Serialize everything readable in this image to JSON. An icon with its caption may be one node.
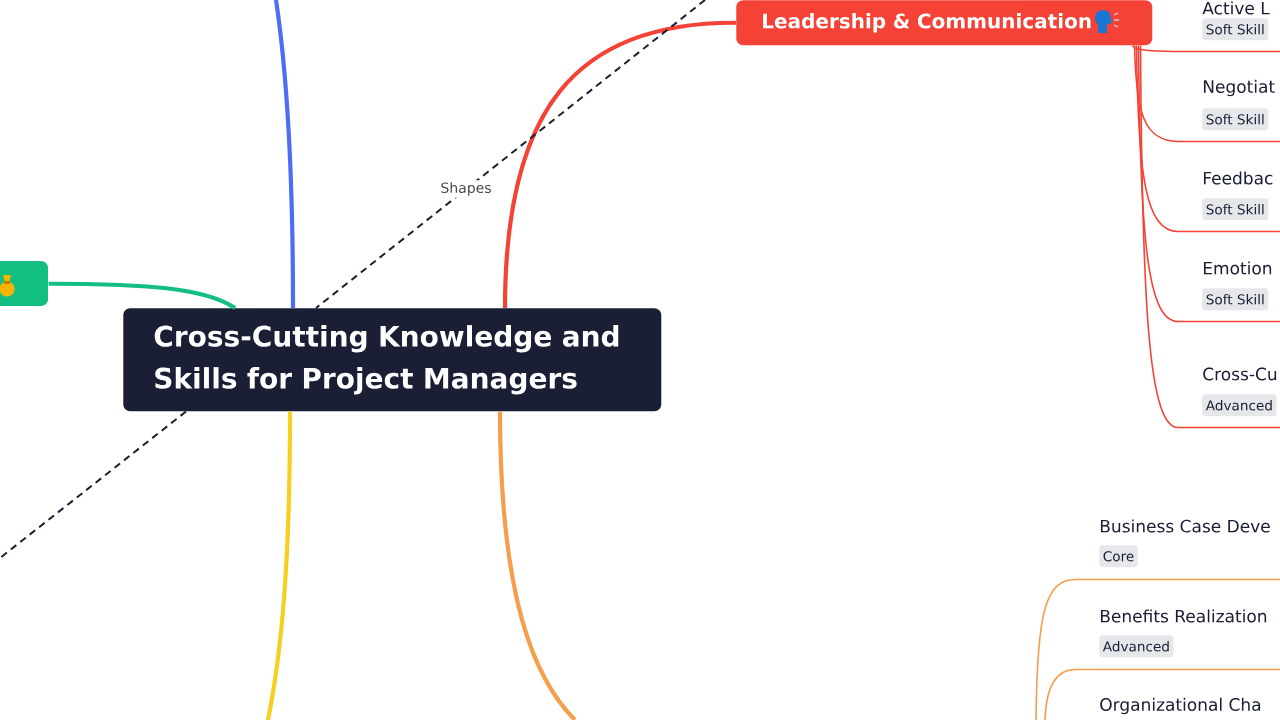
{
  "diagram": {
    "nodes": [
      {
        "text": [
          "Cross-Cutting Knowledge and Skills for Project Managers"
        ]
      },
      {
        "text": [
          "Leadership & Communication"
        ]
      },
      {
        "text": [],
        "shape": "box"
      },
      {
        "text": [
          "Active L",
          "Soft Skill"
        ]
      },
      {
        "text": [
          "Negotiat",
          "Soft Skill"
        ]
      },
      {
        "text": [
          "Feedbac",
          "Soft Skill"
        ]
      },
      {
        "text": [
          "Emotion",
          "Soft Skill"
        ]
      },
      {
        "text": [
          "Cross-Cu",
          "Advanced"
        ]
      },
      {
        "text": [
          "Business Case Deve",
          "Core"
        ]
      },
      {
        "text": [
          "Benefits Realization",
          "Advanced"
        ]
      },
      {
        "text": [
          "Organizational Cha"
        ]
      }
    ],
    "edges": [
      {
        "from": 0,
        "to": 1,
        "arrow": "none",
        "style": "thick"
      },
      {
        "from": 0,
        "to": 2,
        "arrow": "none",
        "style": "thick",
        "color": "#12bf80"
      },
      {
        "from": 0,
        "to": null,
        "arrow": "none",
        "style": "thick",
        "color": "#4f6cf7"
      },
      {
        "from": 0,
        "to": null,
        "arrow": "none",
        "style": "thick",
        "color": "#f5d020"
      },
      {
        "from": 0,
        "to": null,
        "arrow": "none",
        "style": "thick",
        "color": "#f59e4c"
      },
      {
        "from": 1,
        "to": 3,
        "arrow": "none"
      },
      {
        "from": 1,
        "to": 4,
        "arrow": "none"
      },
      {
        "from": 1,
        "to": 5,
        "arrow": "none"
      },
      {
        "from": 1,
        "to": 6,
        "arrow": "none"
      },
      {
        "from": 1,
        "to": 7,
        "arrow": "none"
      },
      {
        "from": null,
        "to": 8,
        "arrow": "none",
        "color": "#f59e4c"
      },
      {
        "from": null,
        "to": 9,
        "arrow": "none",
        "color": "#f59e4c"
      },
      {
        "from": null,
        "to": 0,
        "arrow": "none",
        "style": "dashed",
        "color": "#1b1f35",
        "label": "Shapes"
      },
      {
        "from": 0,
        "to": null,
        "arrow": "none",
        "style": "dashed",
        "color": "#1b1f35"
      }
    ]
  }
}
